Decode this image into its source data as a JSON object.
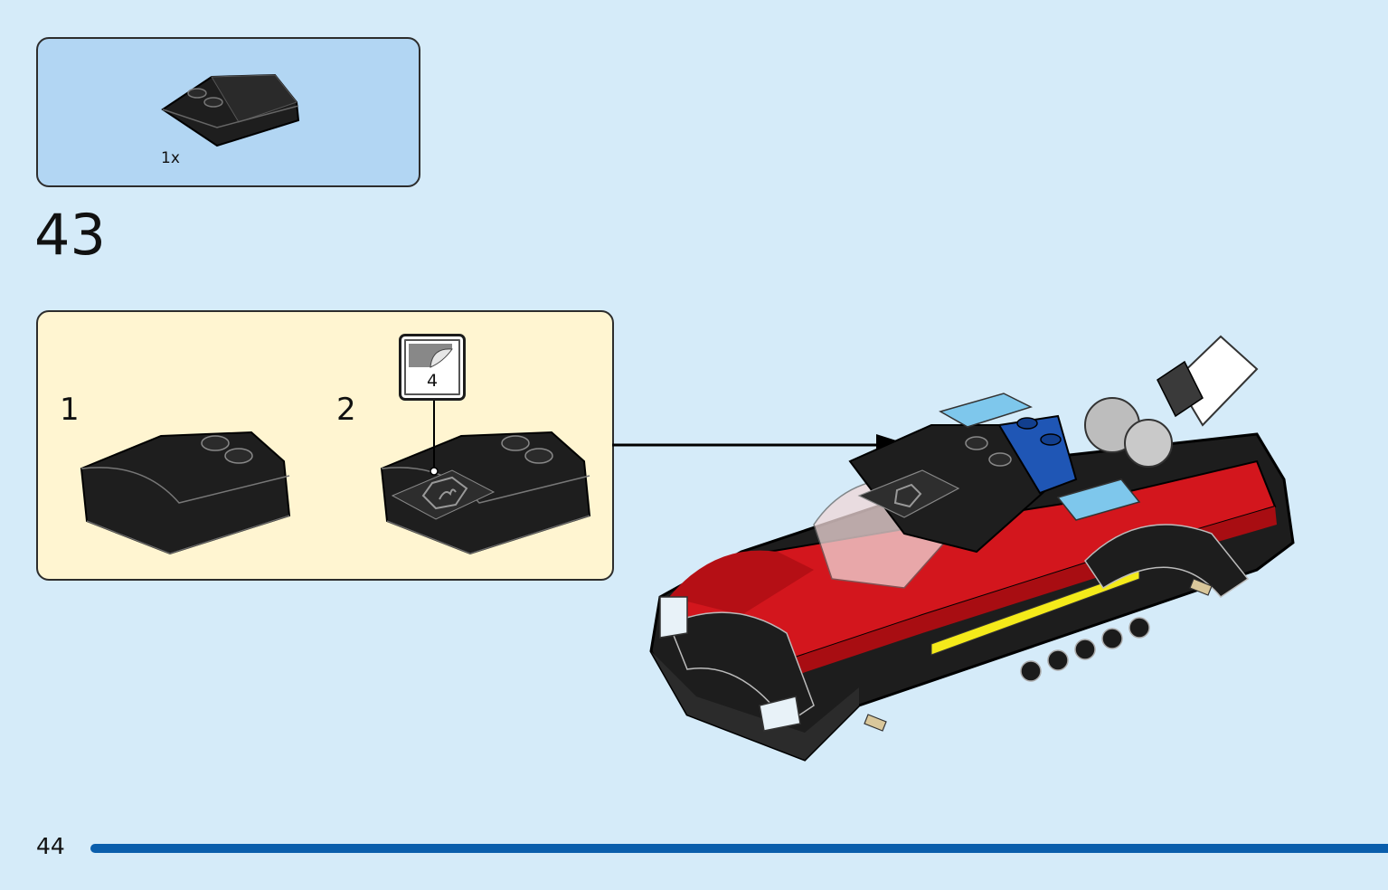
{
  "parts_needed": {
    "items": [
      {
        "icon": "black-curved-slope-brick-icon",
        "quantity": "1x"
      }
    ]
  },
  "step": {
    "number": "43"
  },
  "subassembly": {
    "steps": [
      {
        "label": "1",
        "icon": "black-curved-slope-brick-icon"
      },
      {
        "label": "2",
        "icon": "black-curved-slope-with-sticker-icon"
      }
    ],
    "sticker": {
      "icon": "sticker-sheet-icon",
      "number": "4"
    }
  },
  "page": {
    "number": "44"
  },
  "colors": {
    "background": "#d5ebf9",
    "parts_box": "#b2d6f3",
    "subassembly_box": "#fff5d1",
    "progress_bar": "#0a5eac",
    "brick_black": "#1e1e1e",
    "car_red": "#d3161d"
  }
}
